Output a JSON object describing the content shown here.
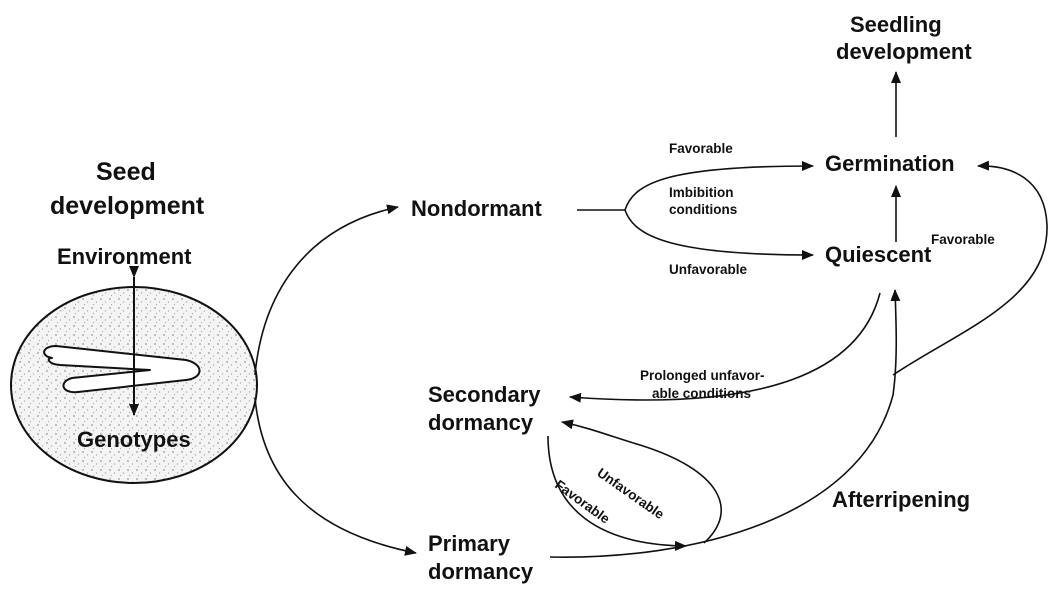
{
  "seed": {
    "title_line1": "Seed",
    "title_line2": "development",
    "environment": "Environment",
    "genotypes": "Genotypes"
  },
  "states": {
    "nondormant": "Nondormant",
    "germination": "Germination",
    "quiescent": "Quiescent",
    "seedling_line1": "Seedling",
    "seedling_line2": "development",
    "secondary_line1": "Secondary",
    "secondary_line2": "dormancy",
    "primary_line1": "Primary",
    "primary_line2": "dormancy",
    "afterripening": "Afterripening"
  },
  "conditions": {
    "favorable_top": "Favorable",
    "imbibition_line1": "Imbibition",
    "imbibition_line2": "conditions",
    "unfavorable_mid": "Unfavorable",
    "favorable_right": "Favorable",
    "prolonged_line1": "Prolonged unfavor-",
    "prolonged_line2": "able conditions",
    "unfavorable_loop": "Unfavorable",
    "favorable_loop": "Favorable"
  }
}
